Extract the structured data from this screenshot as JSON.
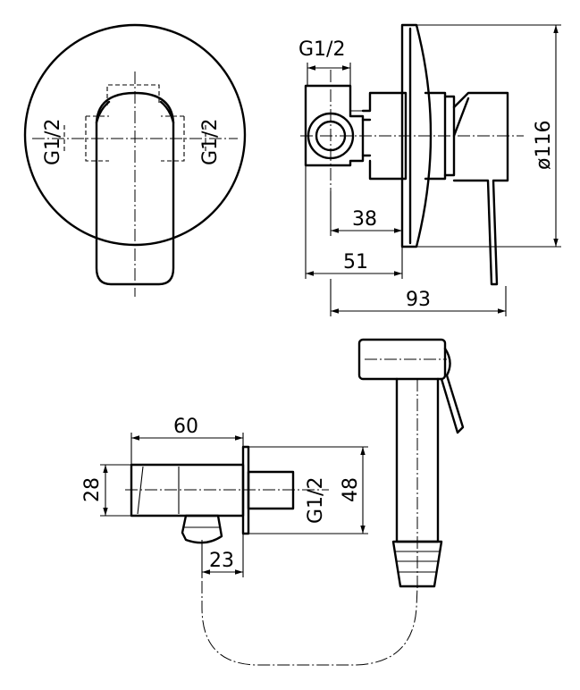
{
  "dimensions": {
    "thread_top": "G1/2",
    "thread_front_left": "G1/2",
    "thread_front_right": "G1/2",
    "thread_holder": "G1/2",
    "diameter": "ø116",
    "depth_38": "38",
    "depth_51": "51",
    "depth_93": "93",
    "holder_length": "60",
    "holder_height": "28",
    "holder_plate": "48",
    "outlet_offset": "23"
  },
  "colors": {
    "line": "#000000",
    "background": "#ffffff"
  }
}
